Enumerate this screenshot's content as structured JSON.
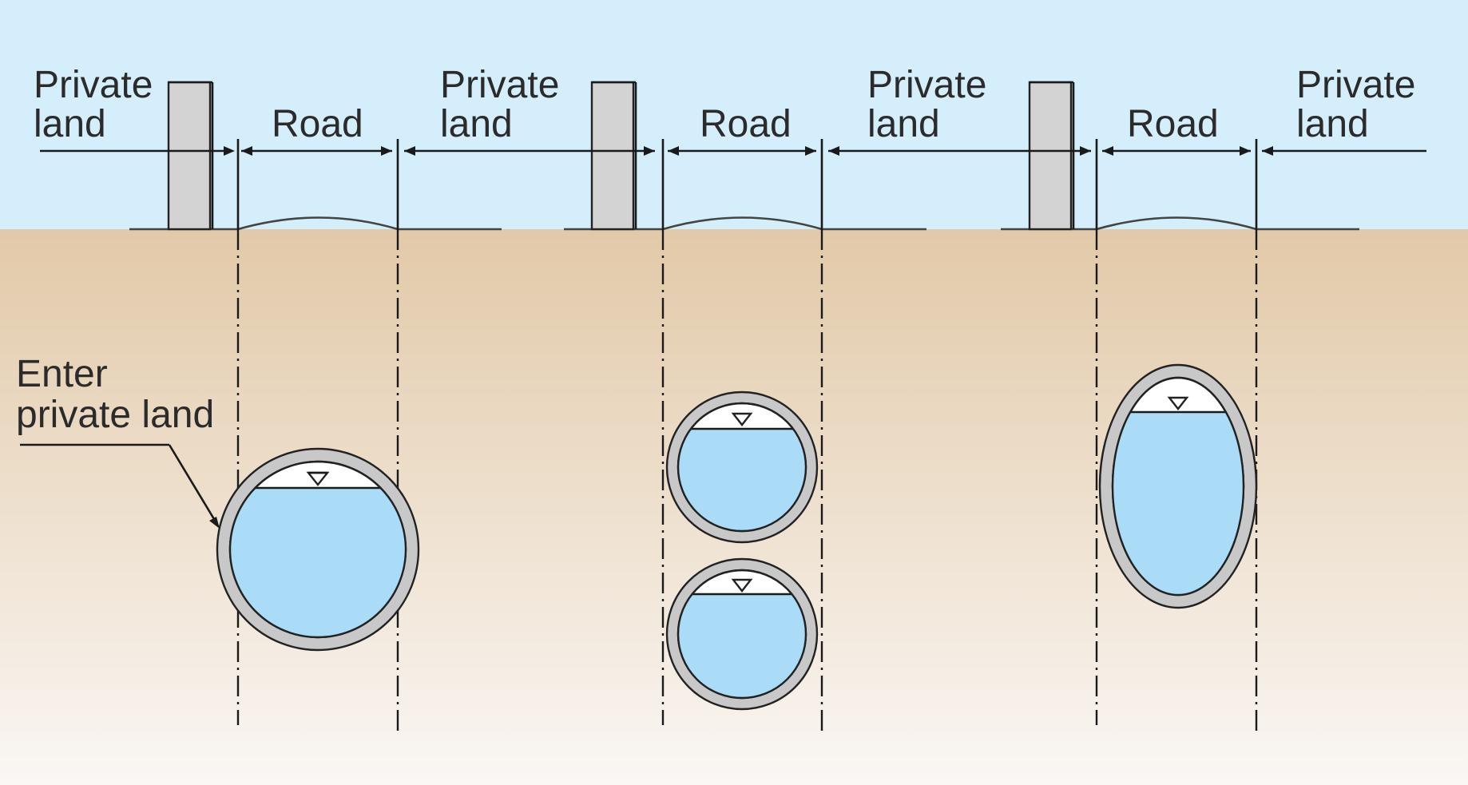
{
  "labels": {
    "private_land_line1": "Private",
    "private_land_line2": "land",
    "road": "Road",
    "enter_line1": "Enter",
    "enter_line2": "private land"
  },
  "colors": {
    "sky": "#d4effb",
    "soil_top": "#e2c9a8",
    "soil_bottom": "#faf7f4",
    "water": "#aadcf8",
    "pipe_wall": "#c8c8c8",
    "separator_wall": "#d3d3d3"
  },
  "cases": [
    {
      "layout": "single large circular pipe entering private land"
    },
    {
      "layout": "two smaller circular pipes stacked vertically"
    },
    {
      "layout": "single elliptical pipe"
    }
  ]
}
